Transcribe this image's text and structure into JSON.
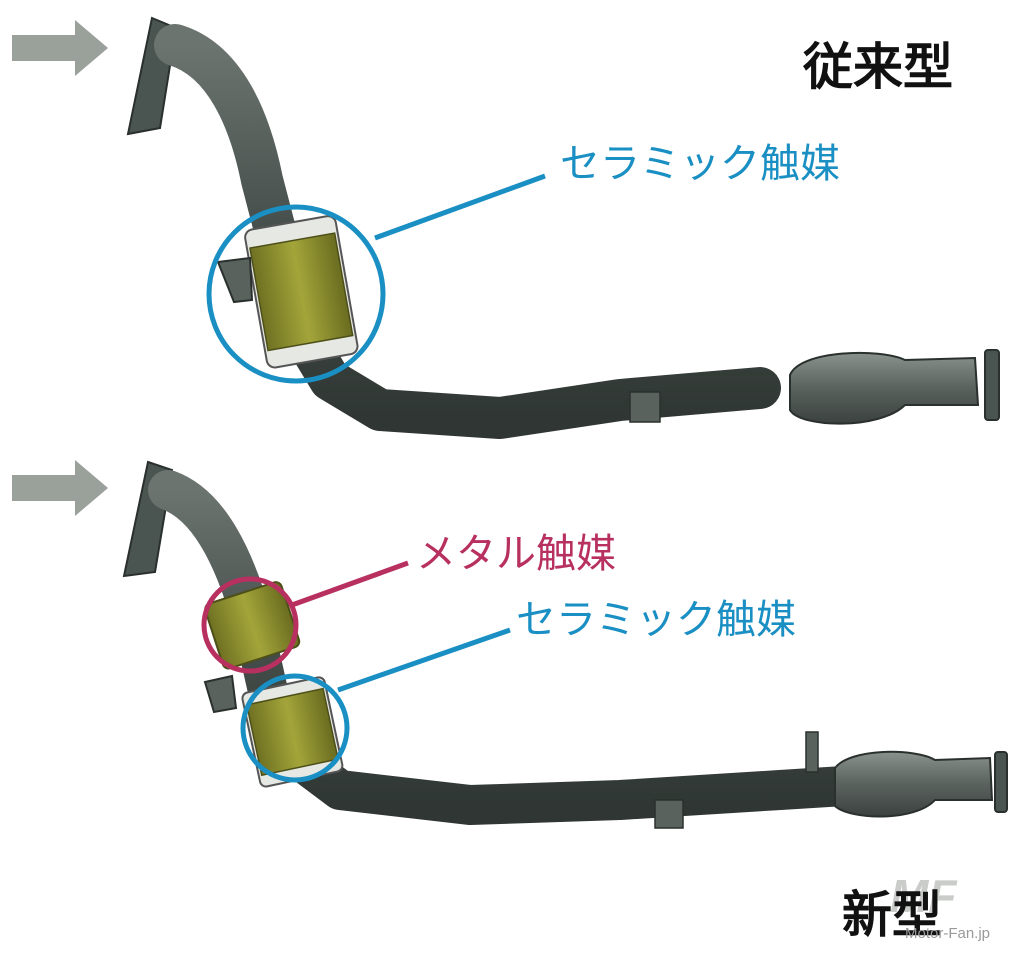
{
  "labels": {
    "old_type": "従来型",
    "new_type": "新型",
    "ceramic_top": "セラミック触媒",
    "metal": "メタル触媒",
    "ceramic_bottom": "セラミック触媒"
  },
  "watermark": {
    "logo": "MF",
    "site": "Motor-Fan.jp"
  },
  "colors": {
    "ceramic_callout": "#1a8fc3",
    "metal_callout": "#b8305f",
    "pipe": "#4a5450",
    "catalyst": "#8c8e2c",
    "arrow": "#9aa09a"
  },
  "icons": [
    "arrow-right-icon",
    "arrow-right-icon"
  ]
}
